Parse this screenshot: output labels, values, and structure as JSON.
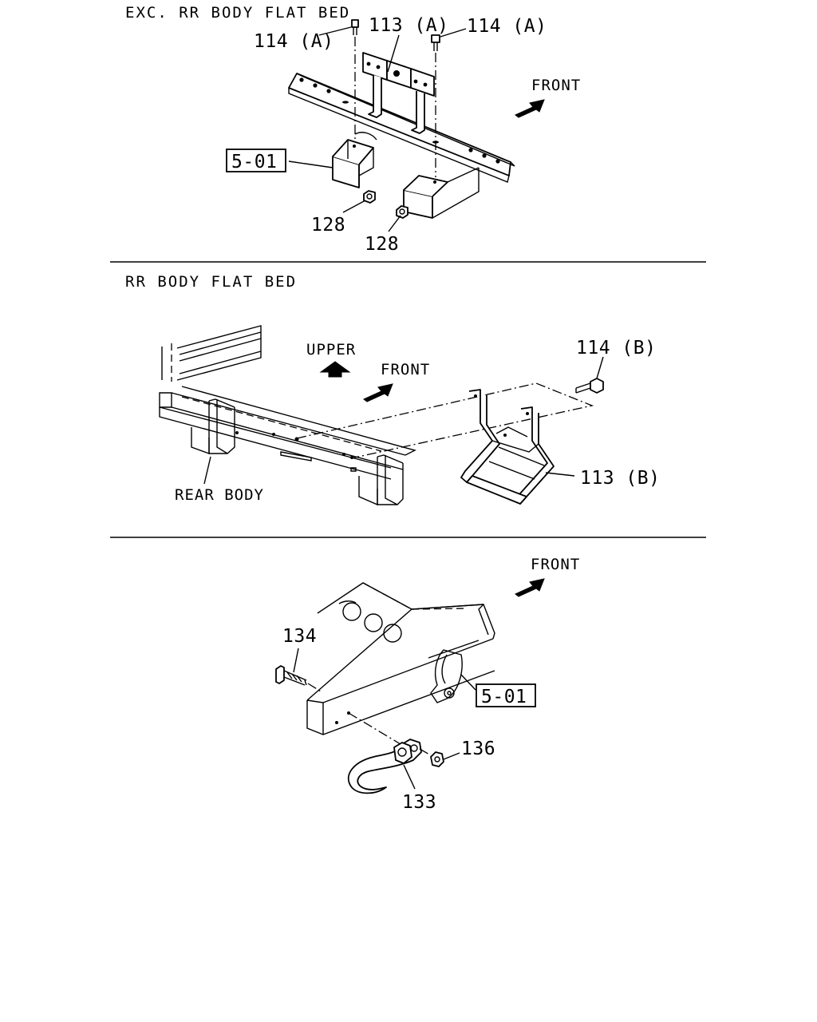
{
  "sections": {
    "top": {
      "title": "EXC. RR BODY FLAT BED",
      "front_label": "FRONT",
      "labels": {
        "p114a_left": "114 (A)",
        "p114a_right": "114 (A)",
        "p113a": "113 (A)",
        "ref501": "5-01",
        "p128_left": "128",
        "p128_right": "128"
      }
    },
    "middle": {
      "title": "RR BODY FLAT BED",
      "upper_label": "UPPER",
      "front_label": "FRONT",
      "labels": {
        "p114b": "114 (B)",
        "p113b": "113 (B)",
        "rear_body": "REAR BODY"
      }
    },
    "bottom": {
      "front_label": "FRONT",
      "labels": {
        "p134": "134",
        "ref501": "5-01",
        "p136": "136",
        "p133": "133"
      }
    }
  },
  "icons": [
    "front-arrow-icon",
    "upper-arrow-icon"
  ]
}
